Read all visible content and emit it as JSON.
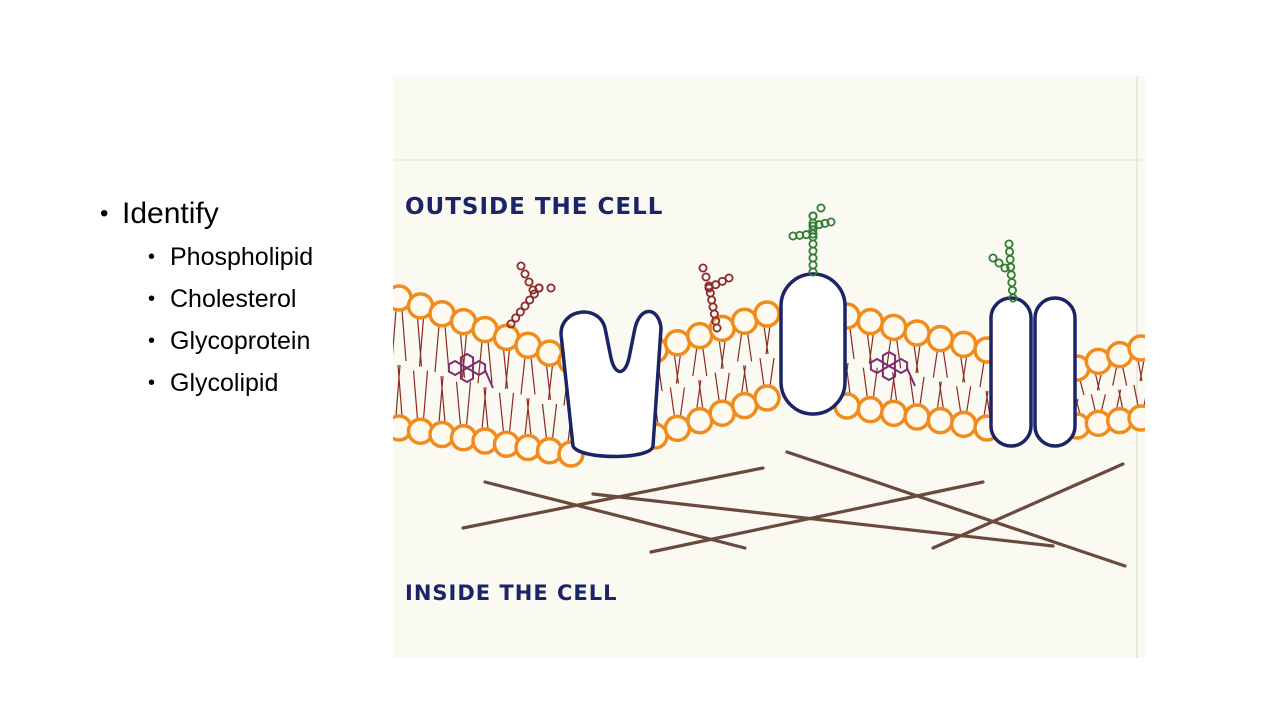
{
  "slide": {
    "heading": "Identify",
    "items": [
      "Phospholipid",
      "Cholesterol",
      "Glycoprotein",
      "Glycolipid"
    ]
  },
  "diagram": {
    "label_outside": "OUTSIDE THE CELL",
    "label_inside": "INSIDE THE CELL",
    "colors": {
      "paper": "#faf9f2",
      "phospholipid_head": "#f08c1e",
      "tail": "#8b2a1f",
      "protein": "#1b2466",
      "glycolipid_sugar": "#8b2a2a",
      "glycoprotein_sugar": "#2e7d32",
      "cholesterol": "#7b2d6e",
      "cytoskeleton": "#6b4a3e"
    }
  }
}
